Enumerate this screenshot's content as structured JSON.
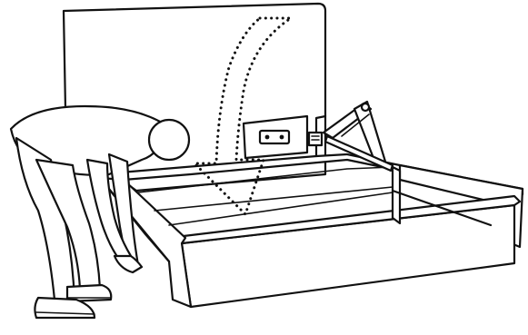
{
  "diagram": {
    "headboard": "headboard-panel",
    "bed_frame": "storage-bed-base",
    "lift_mechanism": "gas-lift-hinge",
    "bracket": "wall-bracket",
    "person": "assembler-bending",
    "arrow": "dotted-curved-down-arrow",
    "line_color": "#111111",
    "background_color": "#ffffff"
  }
}
